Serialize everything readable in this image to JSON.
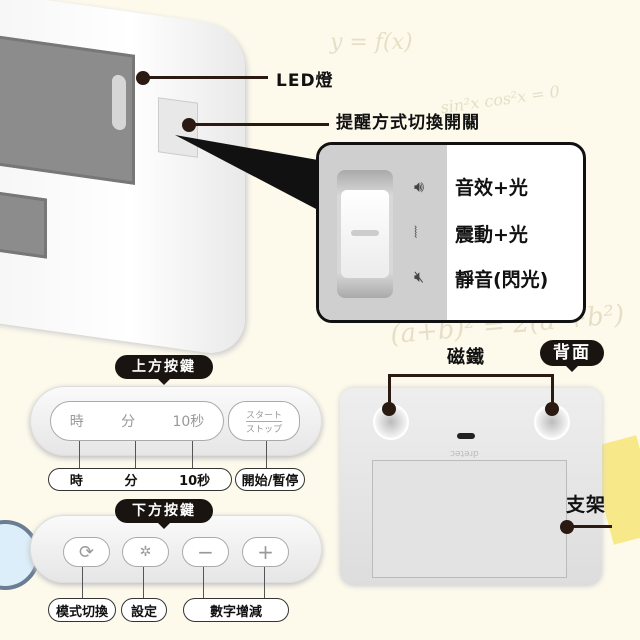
{
  "doodles": [
    "y = f(x)",
    "sin²x cos²x = 0",
    "(a+b)² = 2(a²+b²)"
  ],
  "device_front": {
    "led_label": "LED燈",
    "switch_label": "提醒方式切換開關"
  },
  "switch_popup": {
    "modes": [
      {
        "icon": "speaker-icon",
        "label": "音效+光"
      },
      {
        "icon": "vibrate-icon",
        "label": "震動+光"
      },
      {
        "icon": "mute-icon",
        "label": "靜音(閃光)"
      }
    ]
  },
  "top_buttons": {
    "tag": "上方按鍵",
    "buttons": [
      "時",
      "分",
      "10秒"
    ],
    "start_stop": [
      "スタート",
      "ストップ"
    ],
    "labels": [
      "時",
      "分",
      "10秒"
    ],
    "start_stop_label": "開始/暫停"
  },
  "bottom_buttons": {
    "tag": "下方按鍵",
    "buttons": [
      {
        "icon": "cycle-icon",
        "glyph": "⟳"
      },
      {
        "icon": "gear-icon",
        "glyph": "✲"
      },
      {
        "icon": "minus-icon",
        "glyph": "−"
      },
      {
        "icon": "plus-icon",
        "glyph": "+"
      }
    ],
    "labels": [
      "模式切換",
      "設定",
      "數字增減"
    ]
  },
  "back": {
    "tag": "背面",
    "magnet_label": "磁鐵",
    "stand_label": "支架",
    "brand": "dretec"
  }
}
